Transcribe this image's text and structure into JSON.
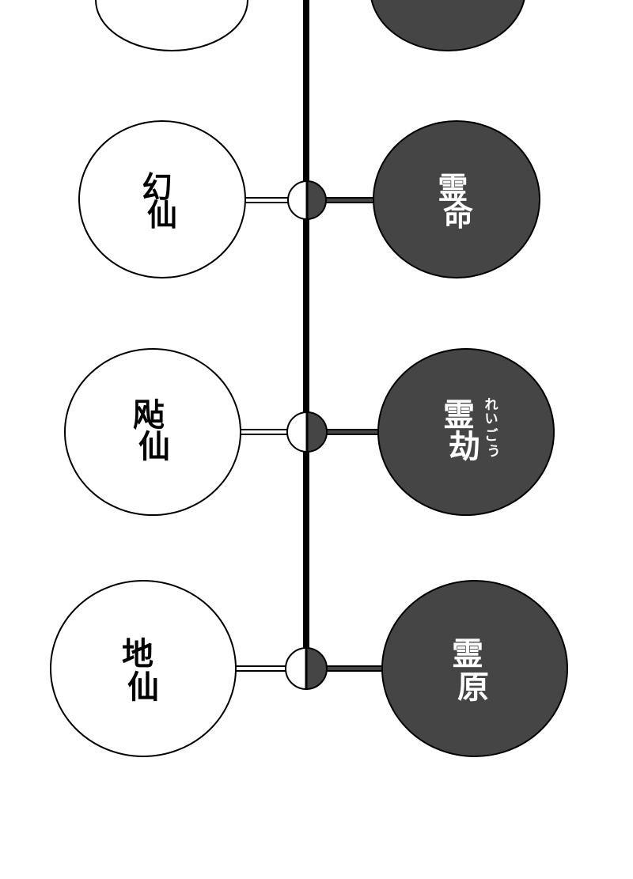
{
  "colors": {
    "background": "#ffffff",
    "line": "#000000",
    "dark_node_fill": "#454545",
    "light_node_fill": "#ffffff",
    "dark_text": "#ffffff",
    "light_text": "#000000"
  },
  "rows": [
    {
      "left": "",
      "right": "",
      "ruby": ""
    },
    {
      "left": "幻仙",
      "right": "霊命",
      "ruby": ""
    },
    {
      "left": "飐仙",
      "right": "霊劫",
      "ruby": "れいごう"
    },
    {
      "left": "地仙",
      "right": "霊原",
      "ruby": ""
    }
  ]
}
